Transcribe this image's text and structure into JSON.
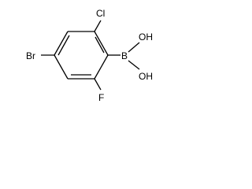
{
  "molecule": {
    "substituents": {
      "chlorine": "Cl",
      "bromine": "Br",
      "fluorine": "F",
      "boron": "B",
      "hydroxyl_top": "OH",
      "hydroxyl_bottom": "OH"
    }
  }
}
